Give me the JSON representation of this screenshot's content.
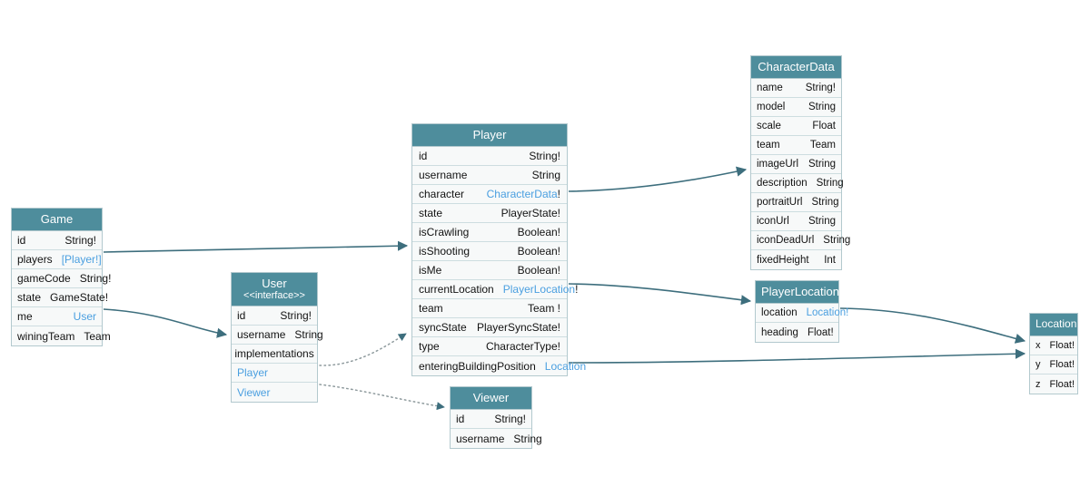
{
  "diagram": {
    "title": "GraphQL Schema Diagram",
    "colors": {
      "header_bg": "#4e8d9c",
      "header_text": "#ffffff",
      "row_bg": "#f7f9f9",
      "border": "#b3c9ce",
      "link_text": "#4a9fe0",
      "edge_stroke": "#3d6e7d",
      "canvas_bg": "#ffffff"
    }
  },
  "entities": {
    "game": {
      "name": "Game",
      "fields": [
        {
          "name": "id",
          "type": "String!"
        },
        {
          "name": "players",
          "type": "[Player!]",
          "link": true
        },
        {
          "name": "gameCode",
          "type": "String!"
        },
        {
          "name": "state",
          "type": "GameState!"
        },
        {
          "name": "me",
          "type": "User",
          "link": true
        },
        {
          "name": "winingTeam",
          "type": "Team"
        }
      ]
    },
    "user": {
      "name": "User",
      "stereotype": "<<interface>>",
      "fields": [
        {
          "name": "id",
          "type": "String!"
        },
        {
          "name": "username",
          "type": "String"
        }
      ],
      "implementations_label": "implementations",
      "implementations": [
        {
          "name": "Player"
        },
        {
          "name": "Viewer"
        }
      ]
    },
    "player": {
      "name": "Player",
      "fields": [
        {
          "name": "id",
          "type": "String!"
        },
        {
          "name": "username",
          "type": "String"
        },
        {
          "name": "character",
          "type": "CharacterData",
          "suffix": "!",
          "link": true
        },
        {
          "name": "state",
          "type": "PlayerState!"
        },
        {
          "name": "isCrawling",
          "type": "Boolean!"
        },
        {
          "name": "isShooting",
          "type": "Boolean!"
        },
        {
          "name": "isMe",
          "type": "Boolean!"
        },
        {
          "name": "currentLocation",
          "type": "PlayerLocation",
          "suffix": "!",
          "link": true
        },
        {
          "name": "team",
          "type": "Team !"
        },
        {
          "name": "syncState",
          "type": "PlayerSyncState!"
        },
        {
          "name": "type",
          "type": "CharacterType!"
        },
        {
          "name": "enteringBuildingPosition",
          "type": "Location",
          "link": true
        }
      ]
    },
    "viewer": {
      "name": "Viewer",
      "fields": [
        {
          "name": "id",
          "type": "String!"
        },
        {
          "name": "username",
          "type": "String"
        }
      ]
    },
    "characterdata": {
      "name": "CharacterData",
      "fields": [
        {
          "name": "name",
          "type": "String!"
        },
        {
          "name": "model",
          "type": "String"
        },
        {
          "name": "scale",
          "type": "Float"
        },
        {
          "name": "team",
          "type": "Team"
        },
        {
          "name": "imageUrl",
          "type": "String"
        },
        {
          "name": "description",
          "type": "String"
        },
        {
          "name": "portraitUrl",
          "type": "String"
        },
        {
          "name": "iconUrl",
          "type": "String"
        },
        {
          "name": "iconDeadUrl",
          "type": "String"
        },
        {
          "name": "fixedHeight",
          "type": "Int"
        }
      ]
    },
    "playerlocation": {
      "name": "PlayerLocation",
      "fields": [
        {
          "name": "location",
          "type": "Location!",
          "link": true,
          "bangblue": true
        },
        {
          "name": "heading",
          "type": "Float!"
        }
      ]
    },
    "location": {
      "name": "Location",
      "fields": [
        {
          "name": "x",
          "type": "Float!"
        },
        {
          "name": "y",
          "type": "Float!"
        },
        {
          "name": "z",
          "type": "Float!"
        }
      ]
    }
  },
  "edges": [
    {
      "from": "game.players",
      "to": "player",
      "style": "solid"
    },
    {
      "from": "game.me",
      "to": "user",
      "style": "solid"
    },
    {
      "from": "user.Player",
      "to": "player",
      "style": "dotted"
    },
    {
      "from": "user.Viewer",
      "to": "viewer",
      "style": "dotted"
    },
    {
      "from": "player.character",
      "to": "characterdata",
      "style": "solid"
    },
    {
      "from": "player.currentLocation",
      "to": "playerlocation",
      "style": "solid"
    },
    {
      "from": "player.enteringBuildingPosition",
      "to": "location",
      "style": "solid"
    },
    {
      "from": "playerlocation.location",
      "to": "location",
      "style": "solid"
    }
  ]
}
